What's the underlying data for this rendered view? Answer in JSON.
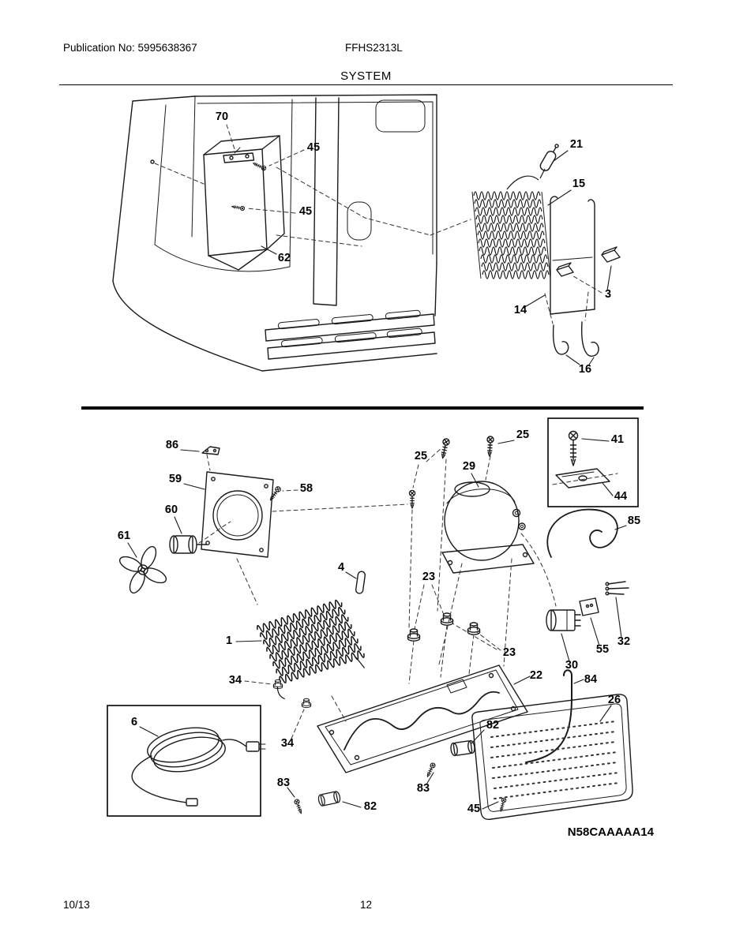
{
  "page": {
    "background": "#ffffff",
    "ink": "#1a1a1a"
  },
  "header": {
    "publication": "Publication No: 5995638367",
    "model": "FFHS2313L",
    "section_title": "SYSTEM"
  },
  "footer": {
    "date": "10/13",
    "page_number": "12"
  },
  "diagram": {
    "drawing_code": "N58CAAAAA14",
    "callouts": [
      "70",
      "45",
      "45",
      "62",
      "21",
      "15",
      "3",
      "14",
      "16",
      "86",
      "59",
      "58",
      "60",
      "61",
      "25",
      "25",
      "29",
      "41",
      "44",
      "85",
      "4",
      "23",
      "23",
      "1",
      "34",
      "34",
      "22",
      "30",
      "55",
      "32",
      "84",
      "26",
      "6",
      "82",
      "83",
      "83",
      "82",
      "45"
    ]
  }
}
